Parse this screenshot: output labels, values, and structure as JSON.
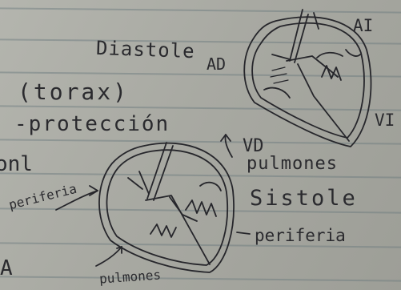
{
  "notes": {
    "diastole": "Diastole",
    "ad": "AD",
    "ai": "AI",
    "vi": "VI",
    "vd": "VD",
    "torax": "(torax)",
    "proteccion": "-protección",
    "fragment_left": "onl",
    "periferia_left": "periferia",
    "pulmones_top": "pulmones",
    "sistole": "Sistole",
    "periferia_right": "periferia",
    "pulmones_bottom": "pulmones",
    "letter_a": "A"
  }
}
